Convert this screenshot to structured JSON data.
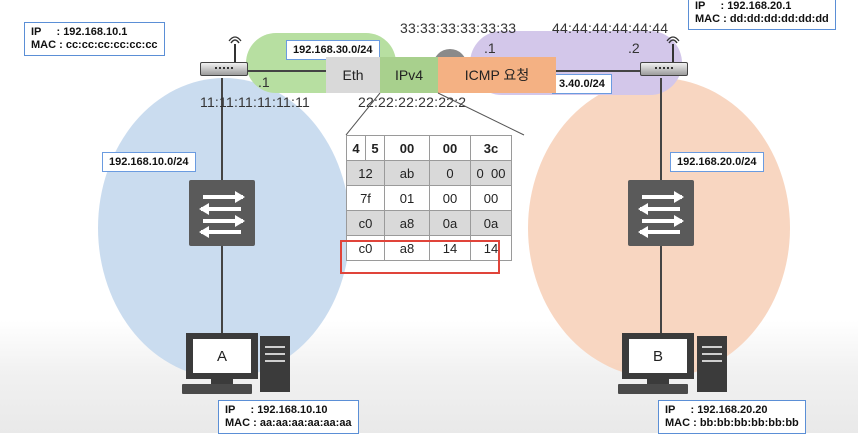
{
  "hosts": {
    "router_right": {
      "ip": "IP     : 192.168.20.1",
      "mac": "MAC : dd:dd:dd:dd:dd:dd"
    },
    "router_left": {
      "ip": "IP     : 192.168.10.1",
      "mac": "MAC : cc:cc:cc:cc:cc:cc"
    },
    "host_a": {
      "label": "A",
      "ip": "IP     : 192.168.10.10",
      "mac": "MAC : aa:aa:aa:aa:aa:aa"
    },
    "host_b": {
      "label": "B",
      "ip": "IP     : 192.168.20.20",
      "mac": "MAC : bb:bb:bb:bb:bb:bb"
    }
  },
  "networks": {
    "left": "192.168.10.0/24",
    "right": "192.168.20.0/24",
    "middle_left": "192.168.30.0/24",
    "middle_right": "3.40.0/24"
  },
  "mac_labels": {
    "top_left": "33:33:33:33:33:33",
    "top_right": "44:44:44:44:44:44",
    "bottom_left": "11:11:11:11:11:11",
    "bottom_right": "22:22:22:22:22:2"
  },
  "ports": {
    "left_router": ".1",
    "mid_a": ".1",
    "mid_b": ".2"
  },
  "packet": {
    "eth": "Eth",
    "ipv4": "IPv4",
    "icmp": "ICMP 요청"
  },
  "ip_header": {
    "row1": [
      "4",
      "5",
      "00",
      "00",
      "3c"
    ],
    "row2": [
      "12",
      "ab",
      "0",
      "0",
      "00"
    ],
    "row3": [
      "7f",
      "01",
      "00",
      "00"
    ],
    "row4": [
      "c0",
      "a8",
      "0a",
      "0a"
    ],
    "row5": [
      "c0",
      "a8",
      "14",
      "14"
    ]
  },
  "colors": {
    "left_net": "#c5d9ee",
    "right_net": "#f7d3bc",
    "link_30": "#b7dfa1",
    "link_40": "#d3c7ea",
    "highlight": "#e0443a"
  }
}
